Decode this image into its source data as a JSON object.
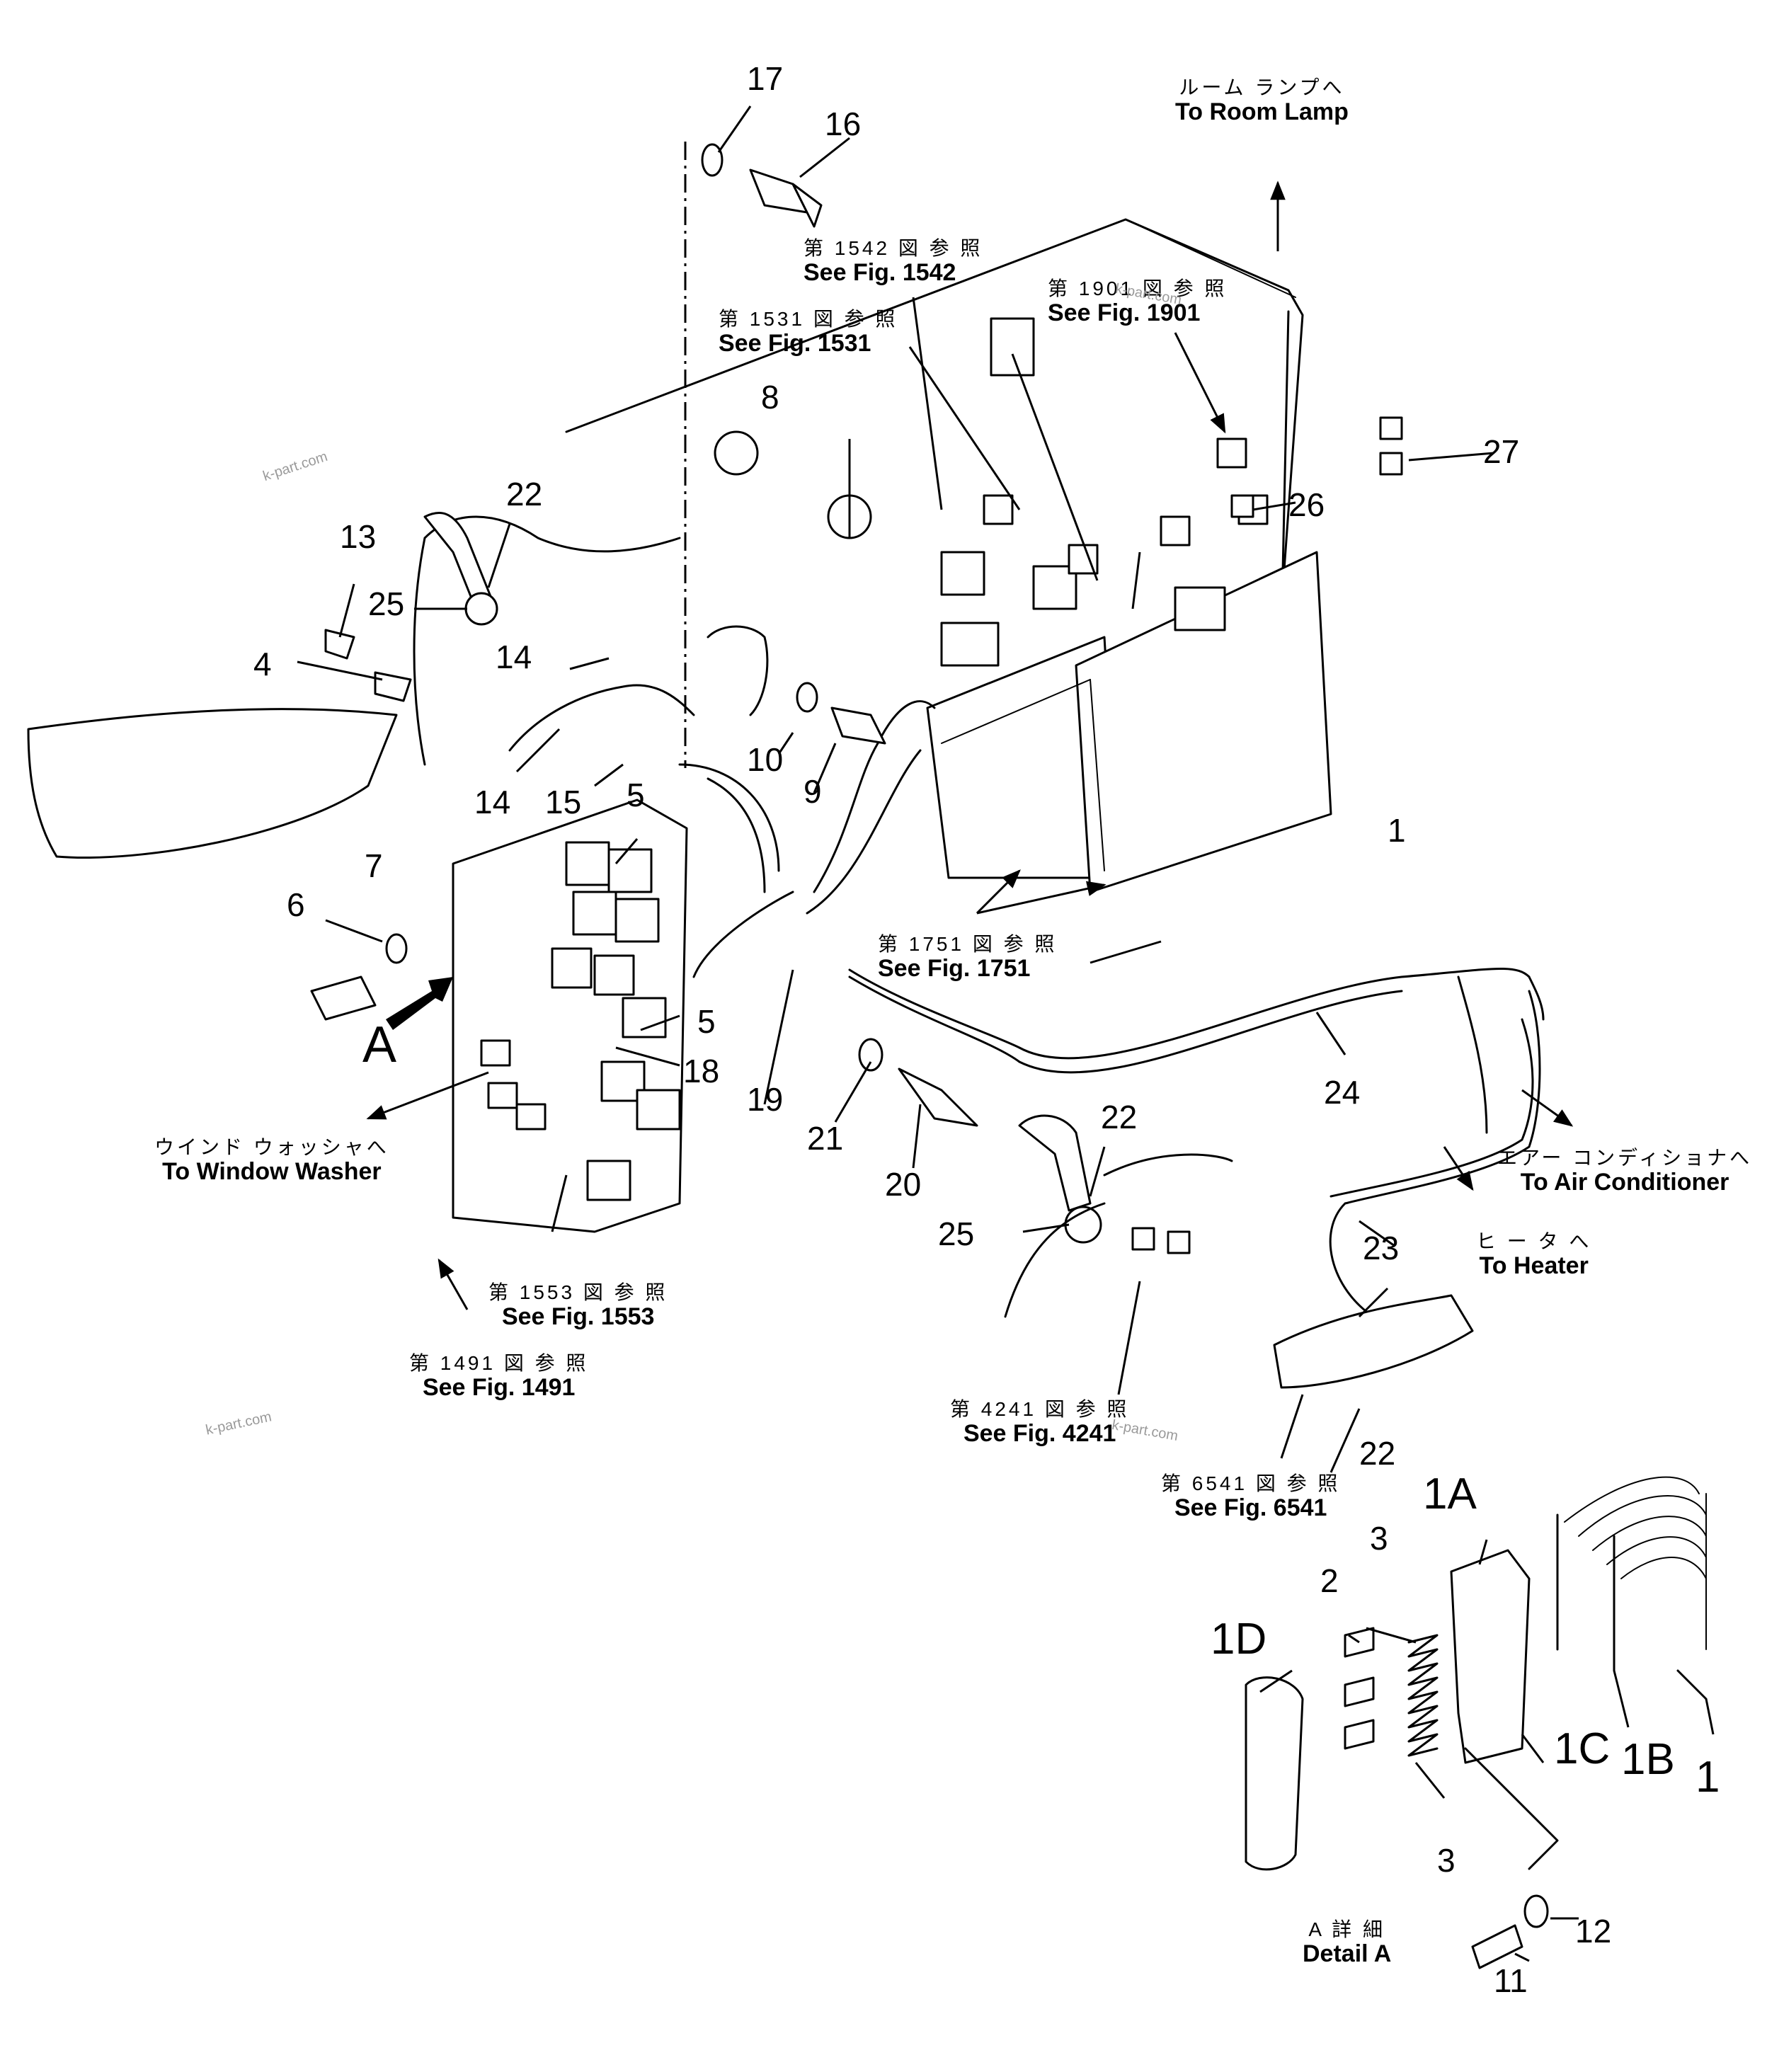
{
  "callouts": {
    "n1_main": "1",
    "n1A": "1A",
    "n1B": "1B",
    "n1C": "1C",
    "n1D": "1D",
    "n1_detail": "1",
    "n2": "2",
    "n3_top": "3",
    "n3_bottom": "3",
    "n4": "4",
    "n5_top": "5",
    "n5_bottom": "5",
    "n6": "6",
    "n7": "7",
    "n8": "8",
    "n9": "9",
    "n10": "10",
    "n11": "11",
    "n12": "12",
    "n13": "13",
    "n14_upper": "14",
    "n14_lower": "14",
    "n15": "15",
    "n16": "16",
    "n17": "17",
    "n18": "18",
    "n19": "19",
    "n20": "20",
    "n21": "21",
    "n22_top": "22",
    "n22_right": "22",
    "n22_bottom": "22",
    "n23": "23",
    "n24": "24",
    "n25_left": "25",
    "n25_right": "25",
    "n26": "26",
    "n27": "27",
    "view_A": "A"
  },
  "refs": {
    "room_lamp": {
      "jp": "ルーム ランプへ",
      "en": "To Room Lamp"
    },
    "fig1542": {
      "jp": "第 1542 図 参 照",
      "en": "See Fig. 1542"
    },
    "fig1531": {
      "jp": "第 1531 図 参 照",
      "en": "See Fig. 1531"
    },
    "fig1901": {
      "jp": "第 1901 図 参 照",
      "en": "See Fig. 1901"
    },
    "fig1751": {
      "jp": "第 1751 図 参 照",
      "en": "See Fig. 1751"
    },
    "window_washer": {
      "jp": "ウインド ウォッシャへ",
      "en": "To Window Washer"
    },
    "fig1553": {
      "jp": "第 1553 図 参 照",
      "en": "See Fig. 1553"
    },
    "fig1491": {
      "jp": "第 1491 図 参 照",
      "en": "See Fig. 1491"
    },
    "air_conditioner": {
      "jp": "エアー コンディショナへ",
      "en": "To Air Conditioner"
    },
    "heater": {
      "jp": "ヒ ー タ へ",
      "en": "To Heater"
    },
    "fig4241": {
      "jp": "第 4241 図 参 照",
      "en": "See Fig. 4241"
    },
    "fig6541": {
      "jp": "第 6541 図 参 照",
      "en": "See Fig. 6541"
    },
    "detail_a": {
      "jp": "A 詳 細",
      "en": "Detail A"
    }
  },
  "watermarks": [
    "k-part.com",
    "k-part.com",
    "k-part.com",
    "k-part.com"
  ]
}
